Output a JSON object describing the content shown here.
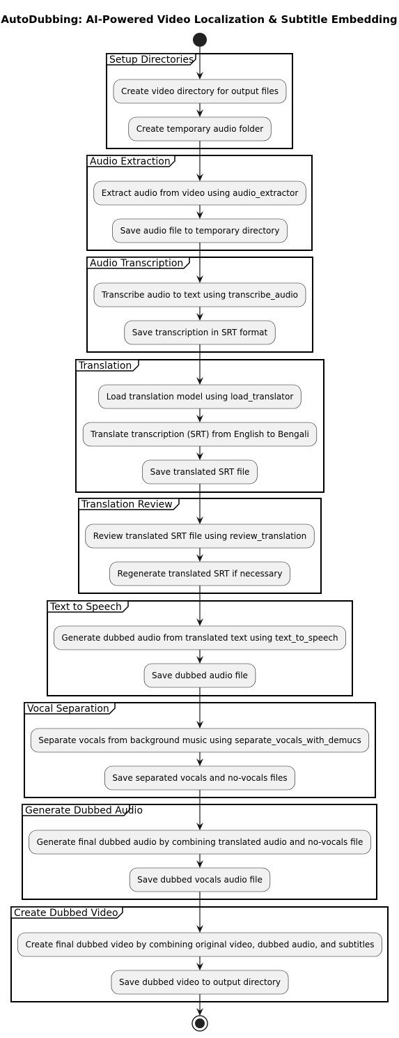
{
  "title": "AutoDubbing: AI-Powered Video Localization & Subtitle Embedding",
  "groups": [
    {
      "label": "Setup Directories",
      "activities": [
        "Create video directory for output files",
        "Create temporary audio folder"
      ]
    },
    {
      "label": "Audio Extraction",
      "activities": [
        "Extract audio from video using audio_extractor",
        "Save audio file to temporary directory"
      ]
    },
    {
      "label": "Audio Transcription",
      "activities": [
        "Transcribe audio to text using transcribe_audio",
        "Save transcription in SRT format"
      ]
    },
    {
      "label": "Translation",
      "activities": [
        "Load translation model using load_translator",
        "Translate transcription (SRT) from English to Bengali",
        "Save translated SRT file"
      ]
    },
    {
      "label": "Translation Review",
      "activities": [
        "Review translated SRT file using review_translation",
        "Regenerate translated SRT if necessary"
      ]
    },
    {
      "label": "Text to Speech",
      "activities": [
        "Generate dubbed audio from translated text using text_to_speech",
        "Save dubbed audio file"
      ]
    },
    {
      "label": "Vocal Separation",
      "activities": [
        "Separate vocals from background music using separate_vocals_with_demucs",
        "Save separated vocals and no-vocals files"
      ]
    },
    {
      "label": "Generate Dubbed Audio",
      "activities": [
        "Generate final dubbed audio by combining translated audio and no-vocals file",
        "Save dubbed vocals audio file"
      ]
    },
    {
      "label": "Create Dubbed Video",
      "activities": [
        "Create final dubbed video by combining original video, dubbed audio, and subtitles",
        "Save dubbed video to output directory"
      ]
    }
  ]
}
